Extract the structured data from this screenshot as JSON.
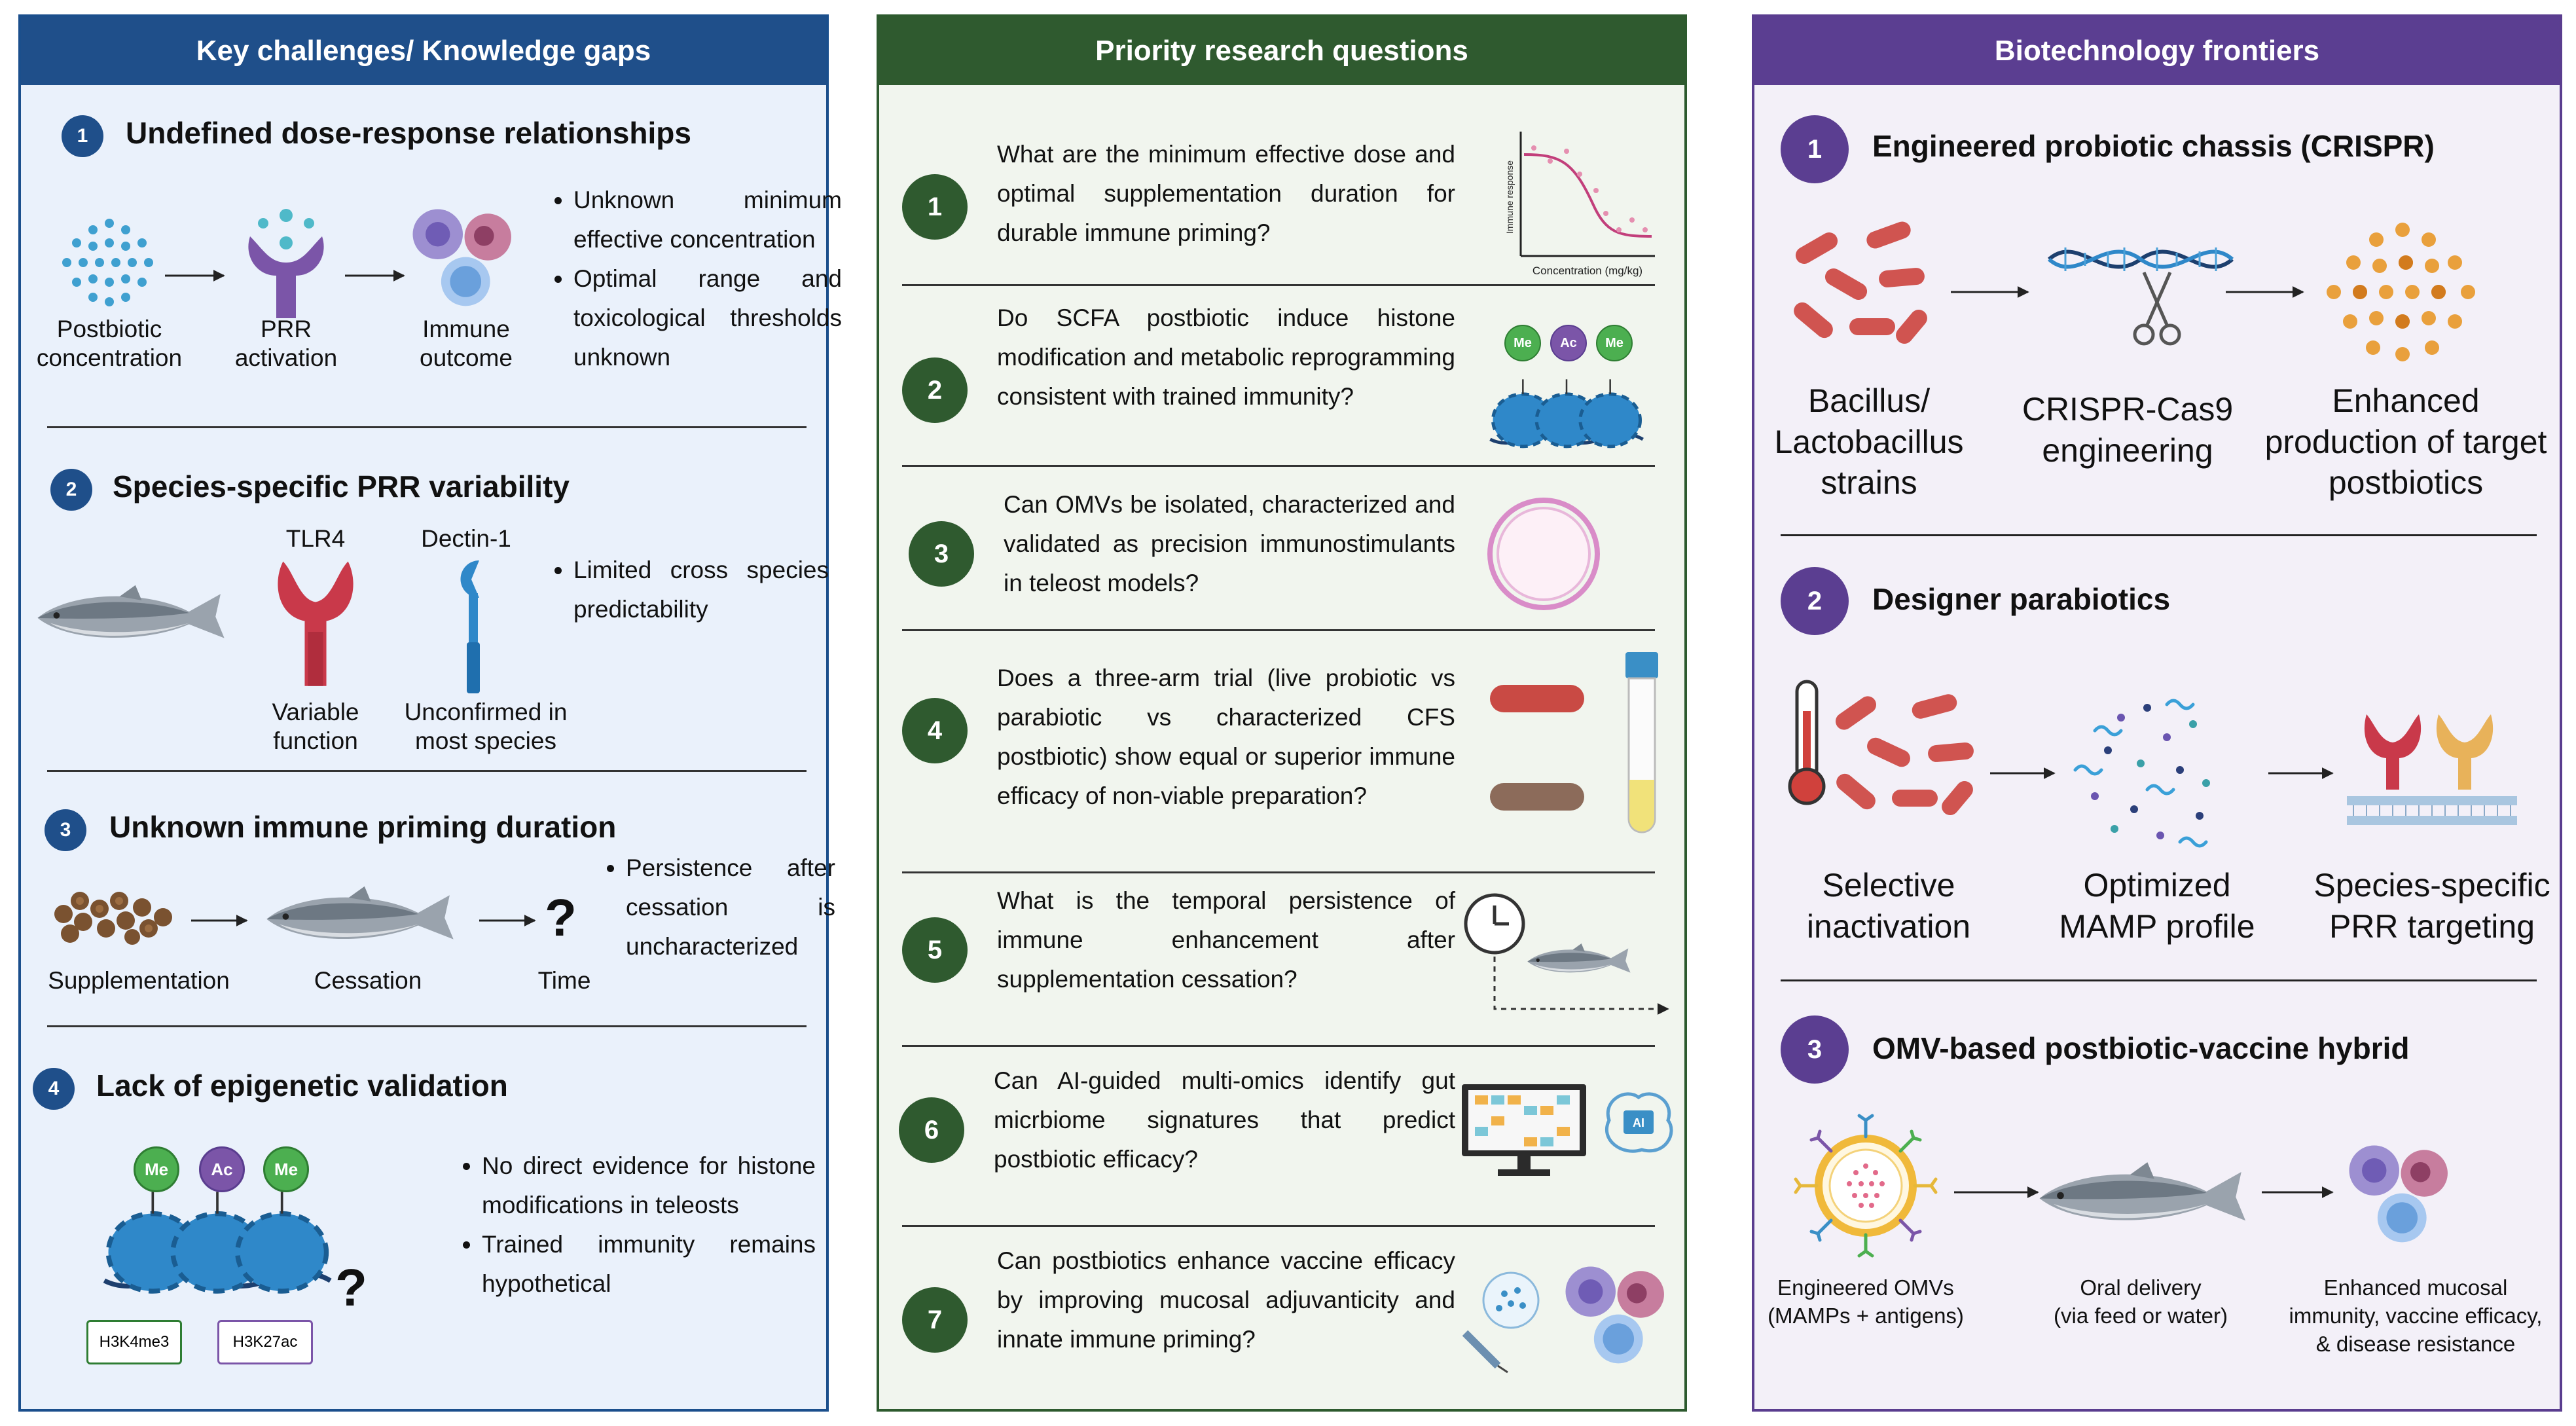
{
  "panel1": {
    "title": "Key challenges/ Knowledge gaps",
    "s1": {
      "num": "1",
      "title": "Undefined dose-response relationships",
      "labels": [
        "Postbiotic\nconcentration",
        "PRR\nactivation",
        "Immune\noutcome"
      ],
      "bullets": [
        "Unknown minimum effective concentration",
        "Optimal range and toxicological thresholds unknown"
      ]
    },
    "s2": {
      "num": "2",
      "title": "Species-specific PRR variability",
      "tlr4": "TLR4",
      "dectin": "Dectin-1",
      "cap1": "Variable\nfunction",
      "cap2": "Unconfirmed in\nmost species",
      "bullets": [
        "Limited cross species predictability"
      ]
    },
    "s3": {
      "num": "3",
      "title": "Unknown immune priming duration",
      "labels": [
        "Supplementation",
        "Cessation",
        "Time"
      ],
      "q": "?",
      "bullets": [
        "Persistence after cessation is uncharacterized"
      ]
    },
    "s4": {
      "num": "4",
      "title": "Lack of epigenetic validation",
      "me": "Me",
      "ac": "Ac",
      "tag1": "H3K4me3",
      "tag2": "H3K27ac",
      "q": "?",
      "bullets": [
        "No direct evidence for histone modifications in teleosts",
        "Trained immunity remains hypothetical"
      ]
    }
  },
  "panel2": {
    "title": "Priority research questions",
    "questions": [
      {
        "num": "1",
        "text": "What are the minimum effective dose and optimal supplementation duration for durable immune priming?"
      },
      {
        "num": "2",
        "text": "Do SCFA postbiotic induce histone modification and metabolic reprogramming consistent with trained immunity?"
      },
      {
        "num": "3",
        "text": "Can OMVs be isolated, characterized and validated as precision immunostimulants in teleost models?"
      },
      {
        "num": "4",
        "text": "Does a three-arm trial (live probiotic vs parabiotic vs characterized CFS postbiotic) show equal or superior immune efficacy of non-viable preparation?"
      },
      {
        "num": "5",
        "text": "What is the temporal persistence of immune enhancement after supplementation cessation?"
      },
      {
        "num": "6",
        "text": "Can AI-guided multi-omics identify gut micrbiome signatures that predict postbiotic efficacy?"
      },
      {
        "num": "7",
        "text": "Can postbiotics enhance vaccine efficacy by improving mucosal adjuvanticity and innate immune priming?"
      }
    ],
    "graph": {
      "ylabel": "Immune response",
      "xlabel": "Concentration (mg/kg)"
    },
    "me": "Me",
    "ac": "Ac",
    "ai": "AI"
  },
  "panel3": {
    "title": "Biotechnology frontiers",
    "s1": {
      "num": "1",
      "title": "Engineered probiotic chassis (CRISPR)",
      "labels": [
        "Bacillus/\nLactobacillus\nstrains",
        "CRISPR-Cas9\nengineering",
        "Enhanced\nproduction of target\npostbiotics"
      ]
    },
    "s2": {
      "num": "2",
      "title": "Designer parabiotics",
      "labels": [
        "Selective\ninactivation",
        "Optimized\nMAMP profile",
        "Species-specific\nPRR targeting"
      ]
    },
    "s3": {
      "num": "3",
      "title": "OMV-based postbiotic-vaccine hybrid",
      "labels": [
        "Engineered OMVs\n(MAMPs + antigens)",
        "Oral delivery\n(via feed or water)",
        "Enhanced mucosal\nimmunity, vaccine efficacy,\n& disease resistance"
      ]
    }
  }
}
